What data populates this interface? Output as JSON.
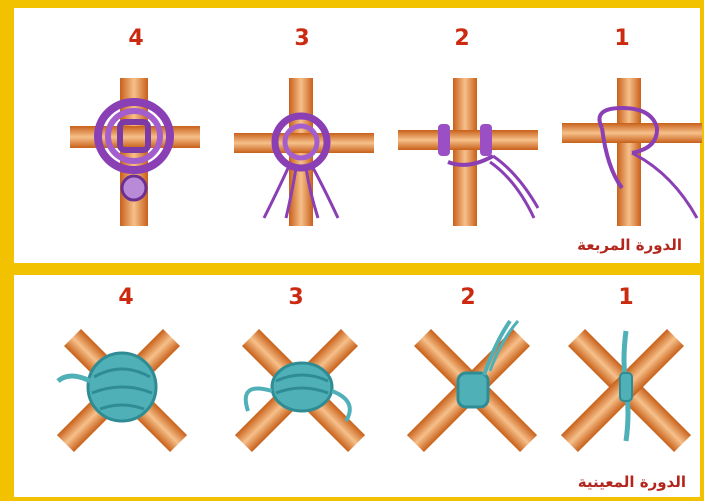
{
  "square_section": {
    "caption": "الدورة المربعة",
    "steps": [
      "4",
      "3",
      "2",
      "1"
    ]
  },
  "diamond_section": {
    "caption": "الدورة المعينية",
    "steps": [
      "4",
      "3",
      "2",
      "1"
    ]
  },
  "colors": {
    "frame": "#f2c200",
    "stick_light": "#f0b070",
    "stick_dark": "#c8601a",
    "purple_cord": "#8a3fb5",
    "teal_cord": "#4fb0b8",
    "number_red": "#cc2a10"
  },
  "icons": [
    "square-lashing-step-icon",
    "diamond-lashing-step-icon"
  ]
}
